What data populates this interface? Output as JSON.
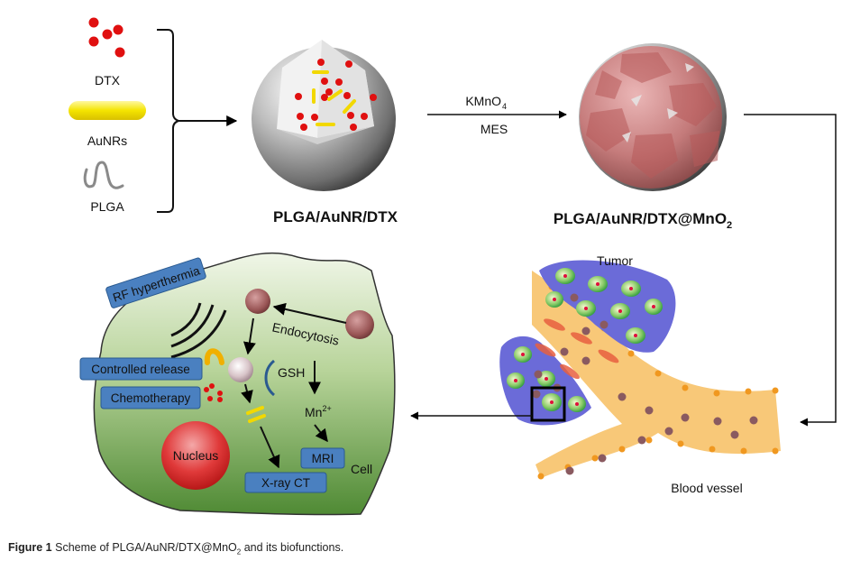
{
  "ingredients": {
    "dtx_label": "DTX",
    "aunrs_label": "AuNRs",
    "plga_label": "PLGA"
  },
  "particles": {
    "np1_label": "PLGA/AuNR/DTX",
    "np2_label_main": "PLGA/AuNR/DTX@MnO",
    "np2_label_sub": "2"
  },
  "reaction": {
    "reagent_main": "KMnO",
    "reagent_sub": "4",
    "buffer": "MES"
  },
  "tumor_scene": {
    "tumor_label": "Tumor",
    "vessel_label": "Blood vessel"
  },
  "cell_scene": {
    "rf_label": "RF hyperthermia",
    "endocytosis_label": "Endocytosis",
    "controlled_release_label": "Controlled release",
    "chemotherapy_label": "Chemotherapy",
    "gsh_label": "GSH",
    "mn_label_main": "Mn",
    "mn_label_sup": "2+",
    "nucleus_label": "Nucleus",
    "xray_label": "X-ray CT",
    "mri_label": "MRI",
    "cell_label": "Cell"
  },
  "caption": {
    "figure_label": "Figure 1",
    "text_before": "Scheme of PLGA/AuNR/DTX@MnO",
    "text_sub": "2",
    "text_after": " and its biofunctions."
  },
  "colors": {
    "dtx_red": "#e01010",
    "aunr_yellow": "#f2e000",
    "box_blue": "#4a80c0",
    "cell_green": "#7fb25a",
    "tumor_purple": "#6b6bd8",
    "vessel_orange": "#f8c878"
  }
}
